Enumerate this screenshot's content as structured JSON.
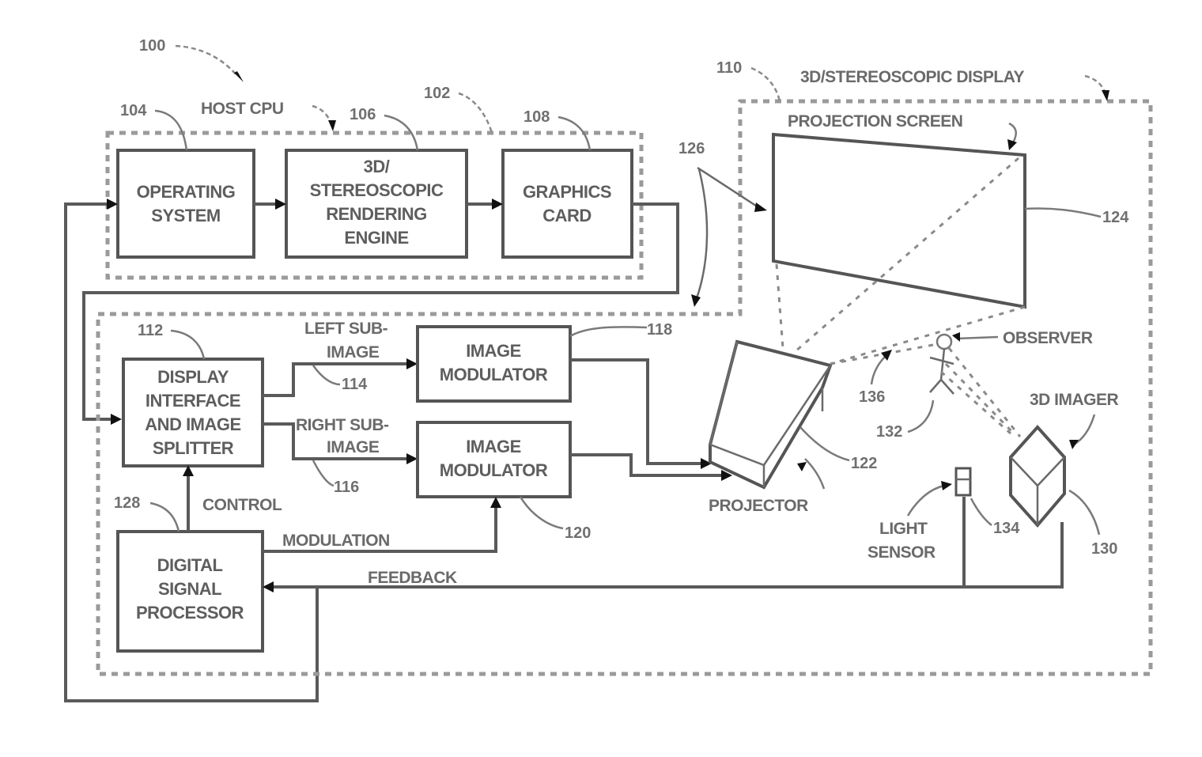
{
  "figure": {
    "system_ref": "100",
    "host_cpu": {
      "label": "HOST CPU",
      "ref": "102",
      "blocks": [
        {
          "ref": "104",
          "lines": [
            "OPERATING",
            "SYSTEM"
          ]
        },
        {
          "ref": "106",
          "lines": [
            "3D/",
            "STEREOSCOPIC",
            "RENDERING",
            "ENGINE"
          ]
        },
        {
          "ref": "108",
          "lines": [
            "GRAPHICS",
            "CARD"
          ]
        }
      ]
    },
    "display": {
      "label": "3D/STEREOSCOPIC DISPLAY",
      "ref": "110",
      "splitter": {
        "ref": "112",
        "lines": [
          "DISPLAY",
          "INTERFACE",
          "AND IMAGE",
          "SPLITTER"
        ]
      },
      "left_sub_image": {
        "ref": "114",
        "lines": [
          "LEFT SUB-",
          "IMAGE"
        ]
      },
      "right_sub_image": {
        "ref": "116",
        "lines": [
          "RIGHT SUB-",
          "IMAGE"
        ]
      },
      "modulator_top": {
        "ref": "118",
        "lines": [
          "IMAGE",
          "MODULATOR"
        ]
      },
      "modulator_bottom": {
        "ref": "120",
        "lines": [
          "IMAGE",
          "MODULATOR"
        ]
      },
      "dsp": {
        "ref": "128",
        "lines": [
          "DIGITAL",
          "SIGNAL",
          "PROCESSOR"
        ]
      },
      "control_label": "CONTROL",
      "modulation_label": "MODULATION",
      "feedback_label": "FEEDBACK",
      "projector": {
        "ref": "122",
        "label": "PROJECTOR"
      },
      "projection_screen": {
        "ref": "124",
        "label": "PROJECTION SCREEN"
      },
      "link_ref": "126",
      "observer": {
        "ref": "132",
        "label": "OBSERVER"
      },
      "observer_motion_ref": "136",
      "light_sensor": {
        "ref": "134",
        "lines": [
          "LIGHT",
          "SENSOR"
        ]
      },
      "imager": {
        "ref": "130",
        "label": "3D IMAGER"
      }
    }
  }
}
